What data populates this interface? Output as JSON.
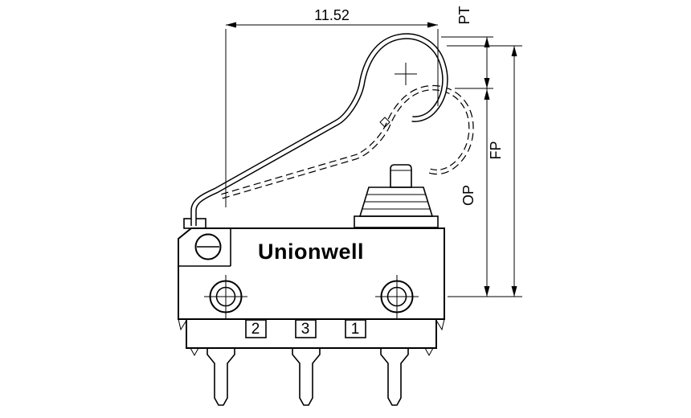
{
  "colors": {
    "line": "#000000",
    "background": "#ffffff"
  },
  "brand": {
    "label": "Unionwell"
  },
  "dimensions": {
    "width_value": "11.52",
    "pt_label": "PT",
    "op_label": "OP",
    "fp_label": "FP"
  },
  "terminals": {
    "labels": [
      "2",
      "3",
      "1"
    ]
  }
}
